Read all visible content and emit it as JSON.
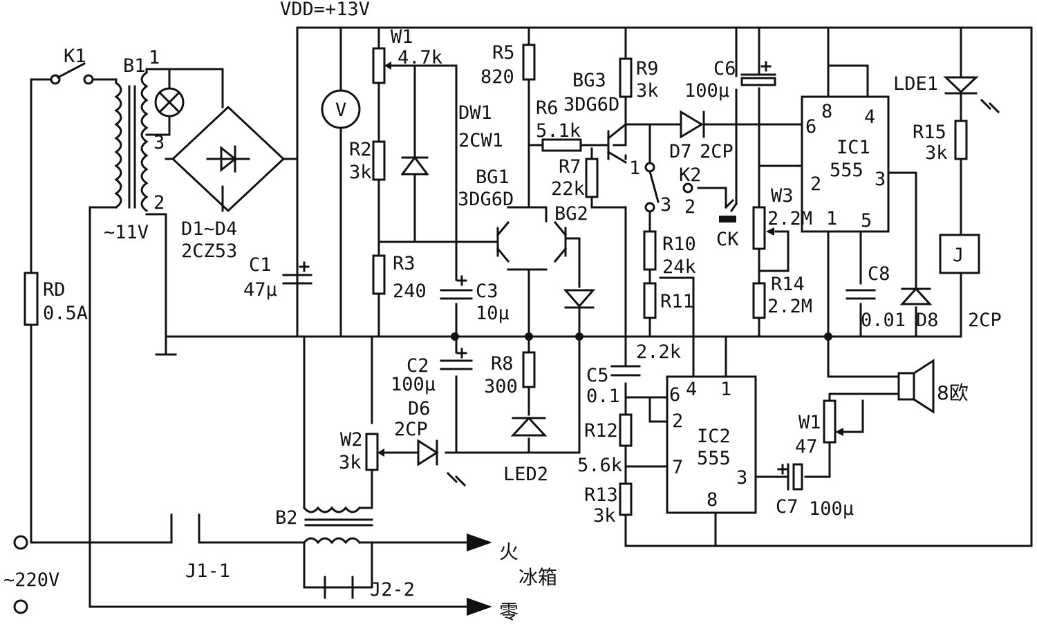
{
  "supply": {
    "vdd": "VDD=+13V",
    "mains": "~220V",
    "secondary": "~11V"
  },
  "switches": {
    "k1": "K1",
    "k2": "K2",
    "k2_pos1": "1",
    "k2_pos2": "2",
    "k2_pos3": "3",
    "jack": "CK",
    "j1": "J1-1",
    "j2": "J2-2"
  },
  "fuse": {
    "name": "RD",
    "value": "0.5A"
  },
  "transformer_b1": {
    "name": "B1",
    "pin1": "1",
    "pin2": "2",
    "pin3": "3"
  },
  "transformer_b2": {
    "name": "B2"
  },
  "bridge": {
    "name": "D1~D4",
    "type": "2CZ53"
  },
  "components": {
    "c1": {
      "name": "C1",
      "value": "47μ"
    },
    "c2": {
      "name": "C2",
      "value": "100μ"
    },
    "c3": {
      "name": "C3",
      "value": "10μ"
    },
    "c5": {
      "name": "C5",
      "value": "0.1"
    },
    "c6": {
      "name": "C6",
      "value": "100μ"
    },
    "c7": {
      "name": "C7",
      "value": "100μ"
    },
    "c8": {
      "name": "C8",
      "value": "0.01"
    },
    "r2": {
      "name": "R2",
      "value": "3k"
    },
    "r3": {
      "name": "R3",
      "value": "240"
    },
    "r5": {
      "name": "R5",
      "value": "820"
    },
    "r6": {
      "name": "R6",
      "value": "5.1k"
    },
    "r7": {
      "name": "R7",
      "value": "22k"
    },
    "r8": {
      "name": "R8",
      "value": "300"
    },
    "r9": {
      "name": "R9",
      "value": "3k"
    },
    "r10": {
      "name": "R10",
      "value": "24k"
    },
    "r11": {
      "name": "R11",
      "value": "2.2k"
    },
    "r12": {
      "name": "R12",
      "value": "5.6k"
    },
    "r13": {
      "name": "R13",
      "value": "3k"
    },
    "r14": {
      "name": "R14",
      "value": "2.2M"
    },
    "r15": {
      "name": "R15",
      "value": "3k"
    },
    "w1": {
      "name": "W1",
      "value": "4.7k"
    },
    "w1b": {
      "name": "W1",
      "value": "47"
    },
    "w2": {
      "name": "W2",
      "value": "3k"
    },
    "w3": {
      "name": "W3",
      "value": "2.2M"
    },
    "dw1": {
      "name": "DW1",
      "type": "2CW1"
    },
    "bg1": {
      "name": "BG1",
      "type": "3DG6D"
    },
    "bg2": {
      "name": "BG2"
    },
    "bg3": {
      "name": "BG3",
      "type": "3DG6D"
    },
    "d6": {
      "name": "D6",
      "type": "2CP"
    },
    "d7": {
      "name": "D7",
      "type": "2CP"
    },
    "d8": {
      "name": "D8",
      "type": "2CP"
    },
    "led2": {
      "name": "LED2"
    },
    "lde1": {
      "name": "LDE1"
    },
    "relay": {
      "name": "J"
    },
    "speaker": {
      "value": "8欧"
    },
    "voltmeter": {
      "symbol": "V"
    }
  },
  "ic1": {
    "name": "IC1",
    "type": "555",
    "p8": "8",
    "p4": "4",
    "p6": "6",
    "p2": "2",
    "p3": "3",
    "p1": "1",
    "p5": "5"
  },
  "ic2": {
    "name": "IC2",
    "type": "555",
    "p6": "6",
    "p4": "4",
    "p1": "1",
    "p2": "2",
    "p7": "7",
    "p3": "3",
    "p8": "8"
  },
  "outputs": {
    "live": "火",
    "fridge": "冰箱",
    "neutral": "零"
  }
}
